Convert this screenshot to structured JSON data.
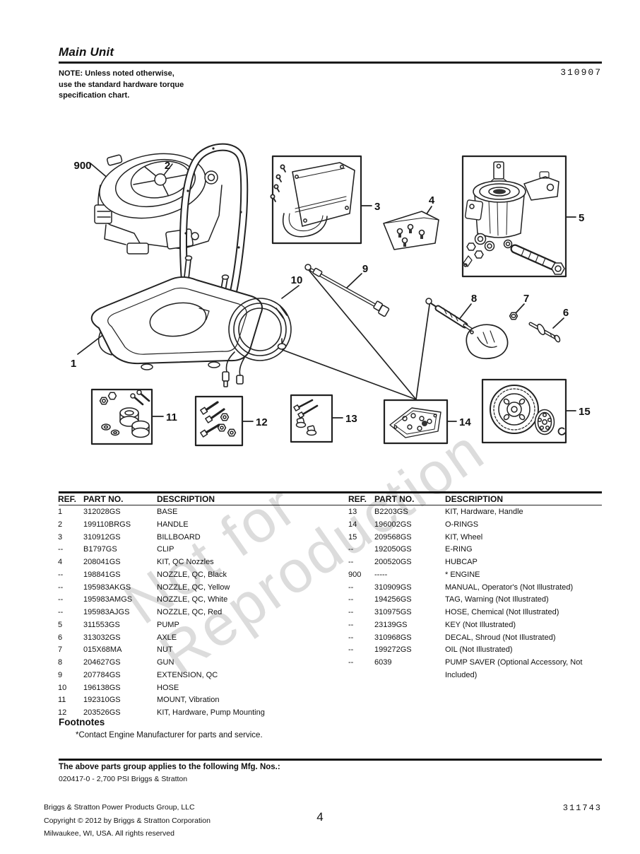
{
  "page": {
    "title": "Main Unit",
    "doc_number": "310907",
    "note_lines": [
      "NOTE: Unless noted otherwise,",
      "use the standard hardware torque",
      "specification chart."
    ]
  },
  "watermark": {
    "line1": "Not for",
    "line2": "Reproduction"
  },
  "diagram": {
    "callouts": {
      "c900": "900",
      "c1": "1",
      "c2": "2",
      "c3": "3",
      "c4": "4",
      "c5": "5",
      "c6": "6",
      "c7": "7",
      "c8": "8",
      "c9": "9",
      "c10": "10",
      "c11": "11",
      "c12": "12",
      "c13": "13",
      "c14": "14",
      "c15": "15"
    }
  },
  "parts_table": {
    "headers": {
      "ref": "REF.",
      "part": "PART NO.",
      "desc": "DESCRIPTION"
    },
    "left_rows": [
      {
        "ref": "1",
        "part": "312028GS",
        "desc": "BASE"
      },
      {
        "ref": "2",
        "part": "199110BRGS",
        "desc": "HANDLE"
      },
      {
        "ref": "3",
        "part": "310912GS",
        "desc": "BILLBOARD"
      },
      {
        "ref": "--",
        "part": "B1797GS",
        "desc": "CLIP"
      },
      {
        "ref": "4",
        "part": "208041GS",
        "desc": "KIT, QC Nozzles"
      },
      {
        "ref": "--",
        "part": "198841GS",
        "desc": "NOZZLE, QC, Black"
      },
      {
        "ref": "--",
        "part": "195983AKGS",
        "desc": "NOZZLE, QC, Yellow"
      },
      {
        "ref": "--",
        "part": "195983AMGS",
        "desc": "NOZZLE, QC, White"
      },
      {
        "ref": "--",
        "part": "195983AJGS",
        "desc": "NOZZLE, QC, Red"
      },
      {
        "ref": "5",
        "part": "311553GS",
        "desc": "PUMP"
      },
      {
        "ref": "6",
        "part": "313032GS",
        "desc": "AXLE"
      },
      {
        "ref": "7",
        "part": "015X68MA",
        "desc": "NUT"
      },
      {
        "ref": "8",
        "part": "204627GS",
        "desc": "GUN"
      },
      {
        "ref": "9",
        "part": "207784GS",
        "desc": "EXTENSION, QC"
      },
      {
        "ref": "10",
        "part": "196138GS",
        "desc": "HOSE"
      },
      {
        "ref": "11",
        "part": "192310GS",
        "desc": "MOUNT, Vibration"
      },
      {
        "ref": "12",
        "part": "203526GS",
        "desc": "KIT, Hardware, Pump Mounting"
      }
    ],
    "right_rows": [
      {
        "ref": "13",
        "part": "B2203GS",
        "desc": "KIT, Hardware, Handle"
      },
      {
        "ref": "14",
        "part": "196002GS",
        "desc": "O-RINGS"
      },
      {
        "ref": "15",
        "part": "209568GS",
        "desc": "KIT, Wheel"
      },
      {
        "ref": "--",
        "part": "192050GS",
        "desc": "E-RING"
      },
      {
        "ref": "--",
        "part": "200520GS",
        "desc": "HUBCAP"
      },
      {
        "ref": "900",
        "part": "-----",
        "desc": "* ENGINE"
      },
      {
        "ref": "--",
        "part": "310909GS",
        "desc": "MANUAL, Operator's (Not Illustrated)"
      },
      {
        "ref": "--",
        "part": "194256GS",
        "desc": "TAG, Warning (Not Illustrated)"
      },
      {
        "ref": "--",
        "part": "310975GS",
        "desc": "HOSE, Chemical (Not Illustrated)"
      },
      {
        "ref": "--",
        "part": "23139GS",
        "desc": "KEY (Not Illustrated)"
      },
      {
        "ref": "--",
        "part": "310968GS",
        "desc": "DECAL, Shroud (Not Illustrated)"
      },
      {
        "ref": "--",
        "part": "199272GS",
        "desc": "OIL (Not Illustrated)"
      },
      {
        "ref": "--",
        "part": "6039",
        "desc": "PUMP SAVER (Optional Accessory, Not Included)"
      }
    ]
  },
  "footnotes": {
    "heading": "Footnotes",
    "items": [
      "*Contact Engine Manufacturer for parts and service."
    ]
  },
  "mfg": {
    "heading": "The above parts group applies to the following Mfg. Nos.:",
    "value": "020417-0 - 2,700 PSI Briggs & Stratton"
  },
  "footer": {
    "lines": [
      "Briggs & Stratton Power Products Group, LLC",
      "Copyright ©  2012 by Briggs & Stratton Corporation",
      "Milwaukee, WI, USA. All rights reserved"
    ],
    "page_number": "4",
    "form_number": "311743"
  }
}
